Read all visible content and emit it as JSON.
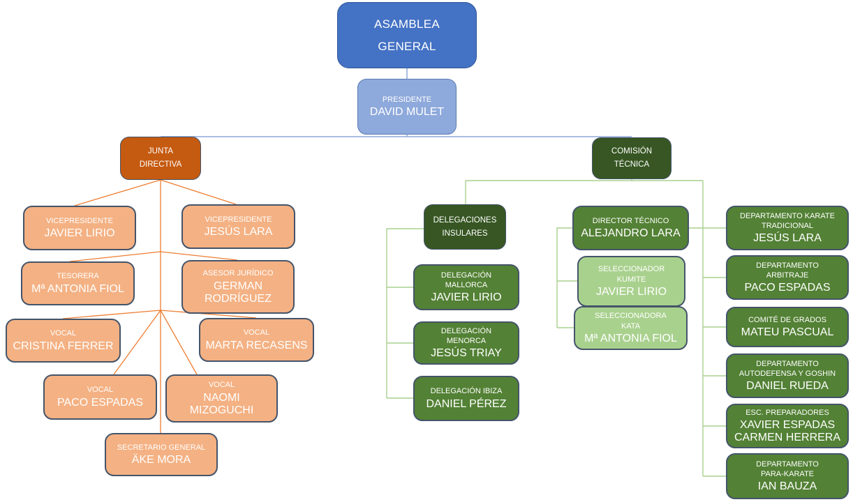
{
  "colors": {
    "root_blue": "#4472C4",
    "president_blue": "#8EA9DB",
    "junta_orange": "#C55A11",
    "member_orange": "#F4B183",
    "dark_green": "#375623",
    "medium_green": "#538135",
    "light_green": "#A9D18E",
    "connector_blue": "#8EA9DB",
    "connector_orange": "#ED7D31",
    "connector_green": "#A9D18E",
    "box_border": "#44546A"
  },
  "org": {
    "asamblea": {
      "title": "ASAMBLEA GENERAL"
    },
    "presidente": {
      "role": "PRESIDENTE",
      "name": "DAVID MULET"
    },
    "junta": {
      "title": "JUNTA DIRECTIVA",
      "members": [
        {
          "role": "VICEPRESIDENTE",
          "name": "JAVIER LIRIO"
        },
        {
          "role": "VICEPRESIDENTE",
          "name": "JESÚS LARA"
        },
        {
          "role": "TESORERA",
          "name": "Mª ANTONIA FIOL"
        },
        {
          "role": "ASESOR JURÍDICO",
          "name": "GERMAN RODRÍGUEZ"
        },
        {
          "role": "VOCAL",
          "name": "CRISTINA FERRER"
        },
        {
          "role": "VOCAL",
          "name": "MARTA RECASENS"
        },
        {
          "role": "VOCAL",
          "name": "PACO ESPADAS"
        },
        {
          "role": "VOCAL",
          "name": "NAOMI MIZOGUCHI"
        },
        {
          "role": "SECRETARIO GENERAL",
          "name": "ÄKE MORA"
        }
      ]
    },
    "comision": {
      "title": "COMISIÓN TÉCNICA"
    },
    "delegaciones": {
      "title": "DELEGACIONES INSULARES",
      "items": [
        {
          "role": "DELEGACIÓN MALLORCA",
          "name": "JAVIER LIRIO"
        },
        {
          "role": "DELEGACIÓN MENORCA",
          "name": "JESÚS TRIAY"
        },
        {
          "role": "DELEGACIÓN IBIZA",
          "name": "DANIEL PÉREZ"
        }
      ]
    },
    "direccion": {
      "director": {
        "role": "DIRECTOR TÉCNICO",
        "name": "ALEJANDRO LARA"
      },
      "seleccionadores": [
        {
          "role": "SELECCIONADOR KUMITE",
          "name": "JAVIER LIRIO"
        },
        {
          "role": "SELECCIONADORA KATA",
          "name": "Mª ANTONIA FIOL"
        }
      ]
    },
    "departamentos": [
      {
        "role": "DEPARTAMENTO KARATE TRADICIONAL",
        "name": "JESÚS LARA"
      },
      {
        "role": "DEPARTAMENTO ARBITRAJE",
        "name": "PACO ESPADAS"
      },
      {
        "role": "COMITÉ DE GRADOS",
        "name": "MATEU PASCUAL"
      },
      {
        "role": "DEPARTAMENTO AUTODEFENSA Y GOSHIN",
        "name": "DANIEL RUEDA"
      },
      {
        "role": "ESC. PREPARADORES",
        "name": "XAVIER ESPADAS CARMEN HERRERA"
      },
      {
        "role": "DEPARTAMENTO PARA-KARATE",
        "name": "IAN BAUZA"
      }
    ]
  }
}
